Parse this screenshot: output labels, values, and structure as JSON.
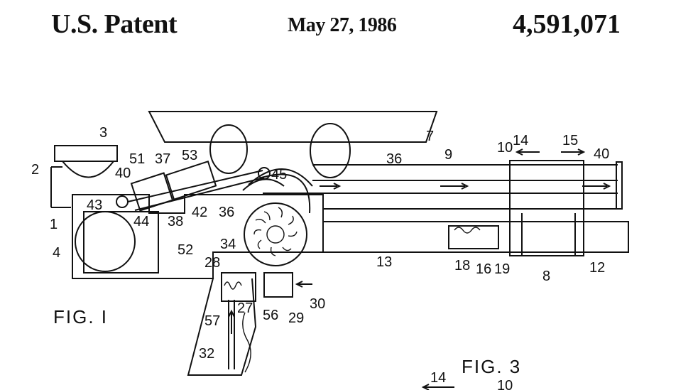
{
  "header": {
    "office": "U.S. Patent",
    "date": "May 27, 1986",
    "patent_number": "4,591,071"
  },
  "figures": {
    "fig1": "FIG. I",
    "fig3": "FIG. 3"
  },
  "labels": {
    "l1": "1",
    "l2": "2",
    "l3": "3",
    "l4": "4",
    "l7": "7",
    "l8": "8",
    "l9": "9",
    "l10": "10",
    "l10b": "10",
    "l12": "12",
    "l13": "13",
    "l14": "14",
    "l14b": "14",
    "l15": "15",
    "l16": "16",
    "l18": "18",
    "l19": "19",
    "l27": "27",
    "l28": "28",
    "l29": "29",
    "l30": "30",
    "l32": "32",
    "l34": "34",
    "l36": "36",
    "l36b": "36",
    "l37": "37",
    "l38": "38",
    "l40": "40",
    "l40b": "40",
    "l42": "42",
    "l43": "43",
    "l44": "44",
    "l45": "45",
    "l51": "51",
    "l52": "52",
    "l53": "53",
    "l56": "56",
    "l57": "57"
  }
}
